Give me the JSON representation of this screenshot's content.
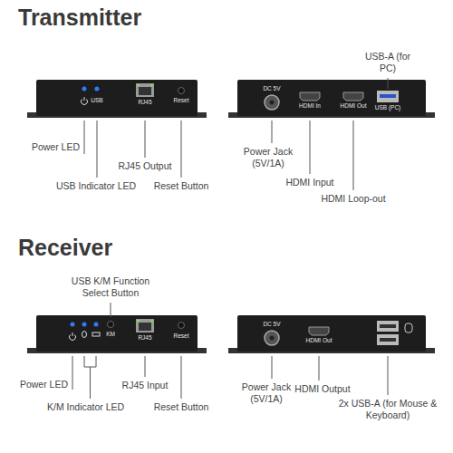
{
  "diagram": {
    "labels": [
      "Transmitter",
      "USB",
      "RJ45",
      "Reset",
      "DC 5V",
      "HDMI In",
      "HDMI Out",
      "USB (PC)",
      "USB-A (for PC)",
      "Power LED",
      "USB Indicator LED",
      "RJ45 Output",
      "Reset Button",
      "Power Jack (5V/1A)",
      "HDMI Input",
      "HDMI Loop-out",
      "Receiver",
      "USB K/M Function Select Button",
      "KM",
      "RJ45",
      "Reset",
      "DC 5V",
      "HDMI Out",
      "Power LED",
      "K/M Indicator LED",
      "RJ45 Input",
      "Reset Button",
      "Power Jack (5V/1A)",
      "HDMI Output",
      "2x USB-A (for Mouse & Keyboard)"
    ]
  }
}
